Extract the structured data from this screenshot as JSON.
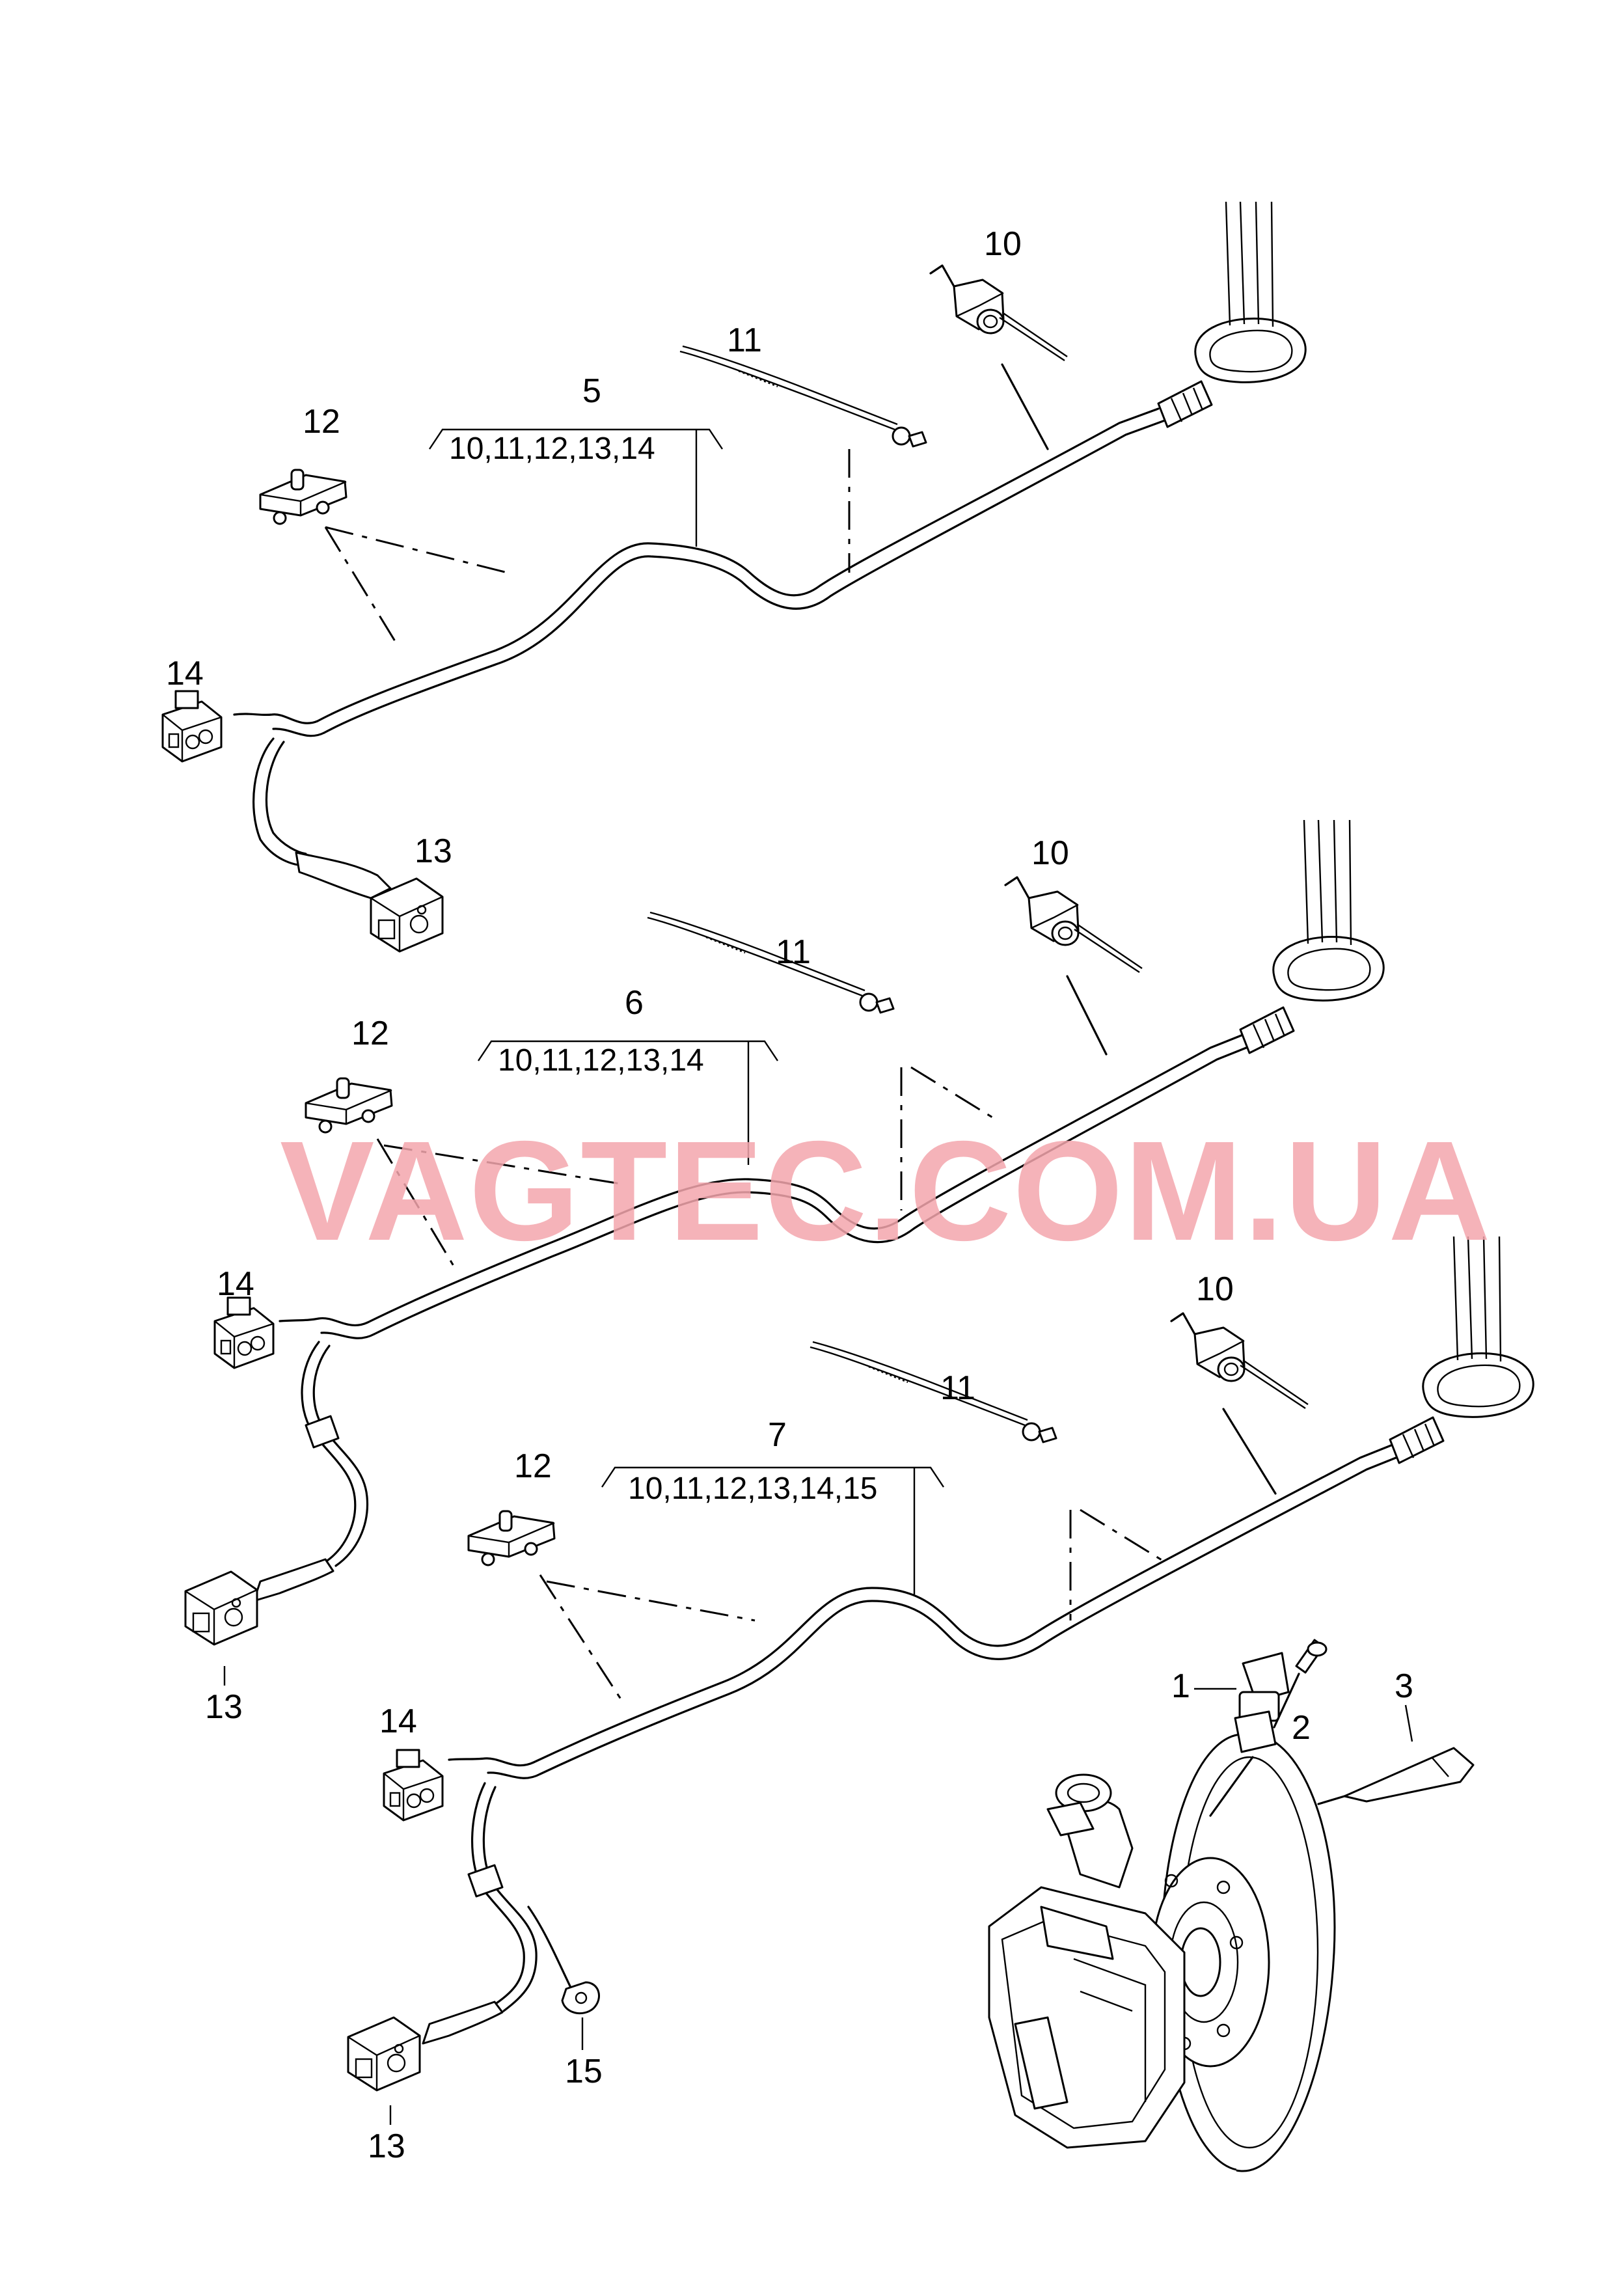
{
  "diagram": {
    "assemblies": [
      {
        "number": "5",
        "contents": "10,11,12,13,14"
      },
      {
        "number": "6",
        "contents": "10,11,12,13,14"
      },
      {
        "number": "7",
        "contents": "10,11,12,13,14,15"
      }
    ],
    "labels": {
      "a1": {
        "p10": "10",
        "p11": "11",
        "p12": "12",
        "p13": "13",
        "p14": "14"
      },
      "a2": {
        "p10": "10",
        "p11": "11",
        "p12": "12",
        "p13": "13",
        "p14": "14"
      },
      "a3": {
        "p10": "10",
        "p11": "11",
        "p12": "12",
        "p13": "13",
        "p14": "14",
        "p15": "15"
      },
      "sensor": {
        "p1": "1",
        "p2": "2",
        "p3": "3"
      }
    },
    "watermark": "VAGTEC.COM.UA"
  }
}
